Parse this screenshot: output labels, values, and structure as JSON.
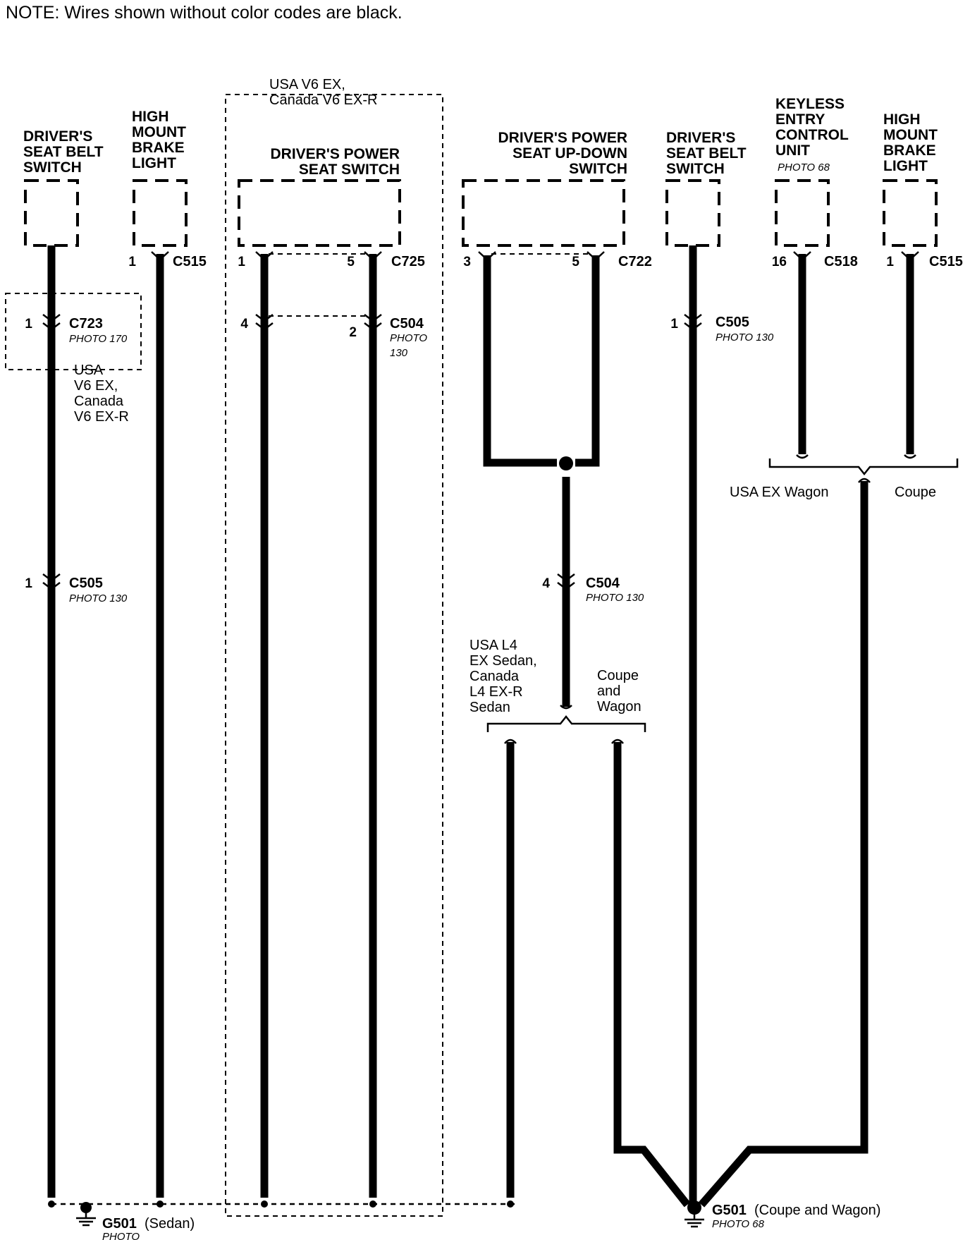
{
  "note": "NOTE: Wires shown without color codes are black.",
  "components": {
    "seat_belt_left": [
      "DRIVER'S",
      "SEAT BELT",
      "SWITCH"
    ],
    "hmbl_left": [
      "HIGH",
      "MOUNT",
      "BRAKE",
      "LIGHT"
    ],
    "power_seat": [
      "DRIVER'S POWER",
      "SEAT SWITCH"
    ],
    "power_seat_option": [
      "USA V6 EX,",
      "Canada V6 EX-R"
    ],
    "up_down": [
      "DRIVER'S POWER",
      "SEAT UP-DOWN",
      "SWITCH"
    ],
    "seat_belt_right": [
      "DRIVER'S",
      "SEAT BELT",
      "SWITCH"
    ],
    "keyless": [
      "KEYLESS",
      "ENTRY",
      "CONTROL",
      "UNIT"
    ],
    "keyless_photo": "PHOTO 68",
    "hmbl_right": [
      "HIGH",
      "MOUNT",
      "BRAKE",
      "LIGHT"
    ]
  },
  "pins": {
    "c515_left": "1",
    "c725_a": "1",
    "c725_b": "5",
    "c722_a": "3",
    "c722_b": "5",
    "c518": "16",
    "c515_right": "1",
    "c723": "1",
    "c504_a": "4",
    "c504_b": "2",
    "c505_right": "1",
    "c505_left": "1",
    "c504_mid": "4"
  },
  "connectors": {
    "c515_left": "C515",
    "c725": "C725",
    "c722": "C722",
    "c518": "C518",
    "c515_right": "C515",
    "c723": "C723",
    "c723_photo": "PHOTO 170",
    "c504_a": "C504",
    "c504_a_photo": [
      "PHOTO",
      "130"
    ],
    "c505_right": "C505",
    "c505_right_photo": "PHOTO 130",
    "c505_left": "C505",
    "c505_left_photo": "PHOTO 130",
    "c504_mid": "C504",
    "c504_mid_photo": "PHOTO 130"
  },
  "options": {
    "c723_variant": [
      "USA",
      "V6 EX,",
      "Canada",
      "V6 EX-R"
    ],
    "usa_ex_wagon": "USA EX Wagon",
    "coupe_right": "Coupe",
    "sedan_variant": [
      "USA L4",
      "EX Sedan,",
      "Canada",
      "L4 EX-R",
      "Sedan"
    ],
    "coupe_wagon": [
      "Coupe",
      "and",
      "Wagon"
    ]
  },
  "grounds": {
    "sedan_id": "G501",
    "sedan_desc": "(Sedan)",
    "sedan_photo": "PHOTO",
    "cw_id": "G501",
    "cw_desc": "(Coupe and Wagon)",
    "cw_photo": "PHOTO 68"
  }
}
